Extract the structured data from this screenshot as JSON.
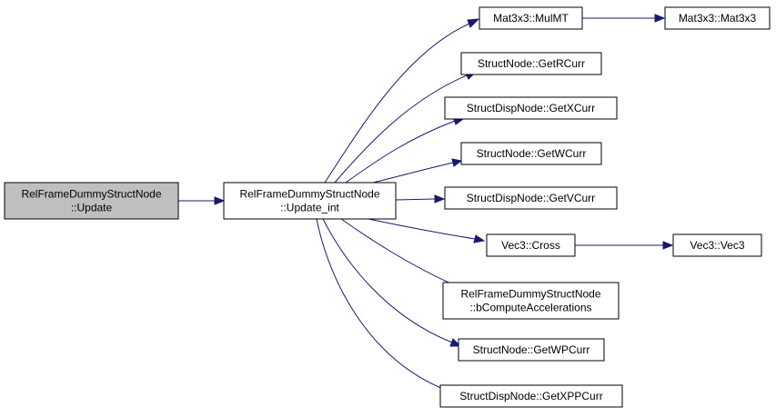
{
  "colors": {
    "edge": "#191970",
    "root_fill": "#bfbfbf",
    "node_fill": "#ffffff",
    "node_border": "#000000"
  },
  "nodes": [
    {
      "id": "root",
      "lines": [
        "RelFrameDummyStructNode",
        "::Update"
      ]
    },
    {
      "id": "update_int",
      "lines": [
        "RelFrameDummyStructNode",
        "::Update_int"
      ]
    },
    {
      "id": "mulmt",
      "lines": [
        "Mat3x3::MulMT"
      ]
    },
    {
      "id": "mat3x3",
      "lines": [
        "Mat3x3::Mat3x3"
      ]
    },
    {
      "id": "getrcurr",
      "lines": [
        "StructNode::GetRCurr"
      ]
    },
    {
      "id": "getxcurr",
      "lines": [
        "StructDispNode::GetXCurr"
      ]
    },
    {
      "id": "getwcurr",
      "lines": [
        "StructNode::GetWCurr"
      ]
    },
    {
      "id": "getvcurr",
      "lines": [
        "StructDispNode::GetVCurr"
      ]
    },
    {
      "id": "cross",
      "lines": [
        "Vec3::Cross"
      ]
    },
    {
      "id": "vec3",
      "lines": [
        "Vec3::Vec3"
      ]
    },
    {
      "id": "bcompute",
      "lines": [
        "RelFrameDummyStructNode",
        "::bComputeAccelerations"
      ]
    },
    {
      "id": "getwpcurr",
      "lines": [
        "StructNode::GetWPCurr"
      ]
    },
    {
      "id": "getxppcurr",
      "lines": [
        "StructDispNode::GetXPPCurr"
      ]
    }
  ],
  "edges": [
    {
      "from": "root",
      "to": "update_int"
    },
    {
      "from": "update_int",
      "to": "mulmt"
    },
    {
      "from": "mulmt",
      "to": "mat3x3"
    },
    {
      "from": "update_int",
      "to": "getrcurr"
    },
    {
      "from": "update_int",
      "to": "getxcurr"
    },
    {
      "from": "update_int",
      "to": "getwcurr"
    },
    {
      "from": "update_int",
      "to": "getvcurr"
    },
    {
      "from": "update_int",
      "to": "cross"
    },
    {
      "from": "cross",
      "to": "vec3"
    },
    {
      "from": "update_int",
      "to": "bcompute"
    },
    {
      "from": "update_int",
      "to": "getwpcurr"
    },
    {
      "from": "update_int",
      "to": "getxppcurr"
    }
  ]
}
